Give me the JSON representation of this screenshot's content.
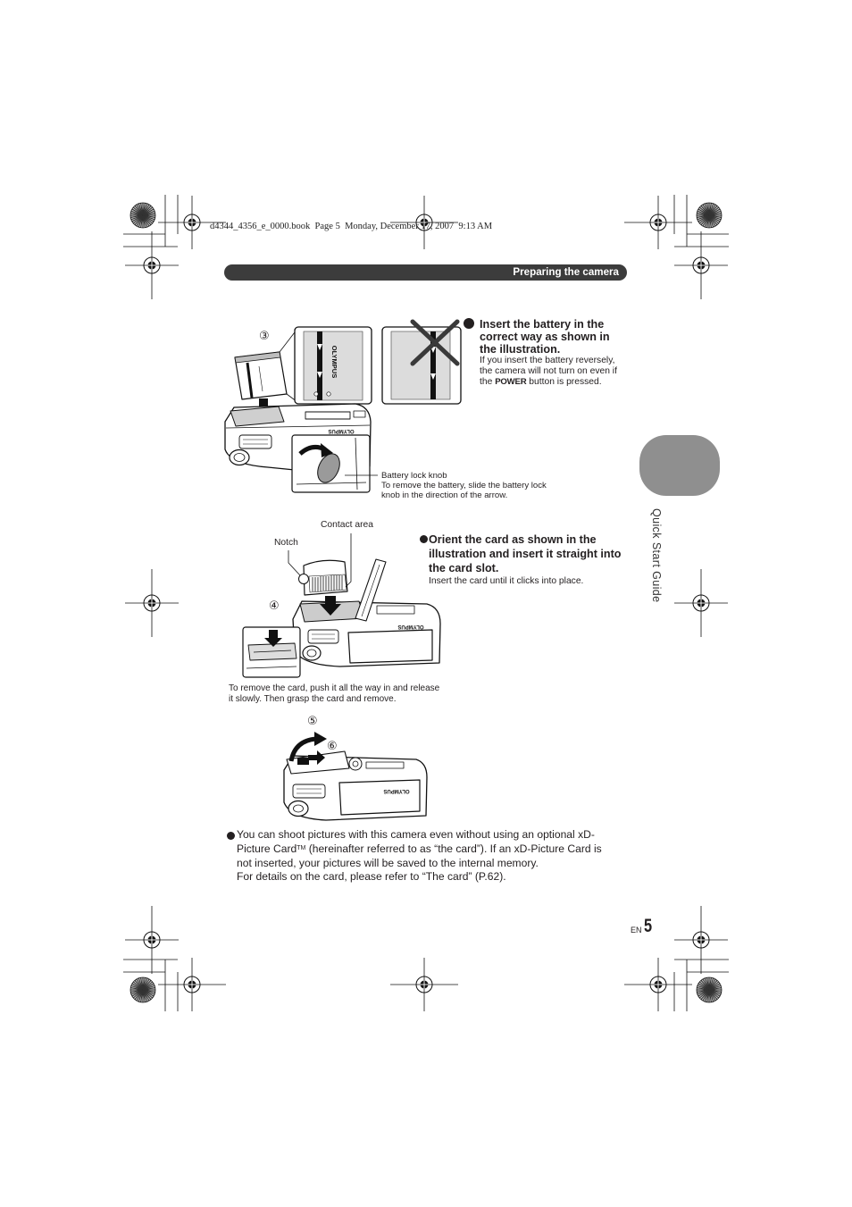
{
  "print_info": "d4344_4356_e_0000.book  Page 5  Monday, December 17, 2007  9:13 AM",
  "header": {
    "section_title": "Preparing the camera"
  },
  "side_tab": {
    "label": "Quick Start Guide"
  },
  "brand": "OLYMPUS",
  "battery_section": {
    "step_label": "③",
    "instruction": {
      "lines": [
        "Insert the battery in the",
        "correct way as shown in",
        "the illustration."
      ]
    },
    "note": {
      "line1": "If you insert the battery reversely,",
      "line2": "the camera will not turn on even if",
      "line3_pre": "the ",
      "line3_key": "POWER",
      "line3_post": " button is pressed."
    },
    "knob_callout": {
      "title": "Battery lock knob",
      "lines": [
        "To remove the battery, slide the battery lock",
        "knob in the direction of the arrow."
      ]
    }
  },
  "card_section": {
    "contact_label": "Contact area",
    "notch_label": "Notch",
    "step_label": "④",
    "instruction": {
      "lines": [
        "Orient the card as shown in the",
        "illustration and insert it straight into",
        "the card slot."
      ]
    },
    "note": "Insert the card until it clicks into place.",
    "removal": {
      "lines": [
        "To remove the card, push it all the way in and release",
        "it slowly. Then grasp the card and remove."
      ]
    }
  },
  "cover_section": {
    "step_open": "⑤",
    "step_close": "⑥"
  },
  "info_paragraph": {
    "line1": "You can shoot pictures with this camera even without using an optional xD-",
    "line2_pre": "Picture Card",
    "line2_sup": "TM",
    "line2_post": " (hereinafter referred to as “the card”). If an xD-Picture Card is",
    "line3": "not inserted, your pictures will be saved to the internal memory.",
    "line4": "For details on the card, please refer to “The card” (P.62)."
  },
  "footer": {
    "language": "EN",
    "page_number": "5"
  },
  "colors": {
    "header_bar": "#3c3c3c",
    "side_tab": "#8f8f8f",
    "text": "#231f20"
  }
}
